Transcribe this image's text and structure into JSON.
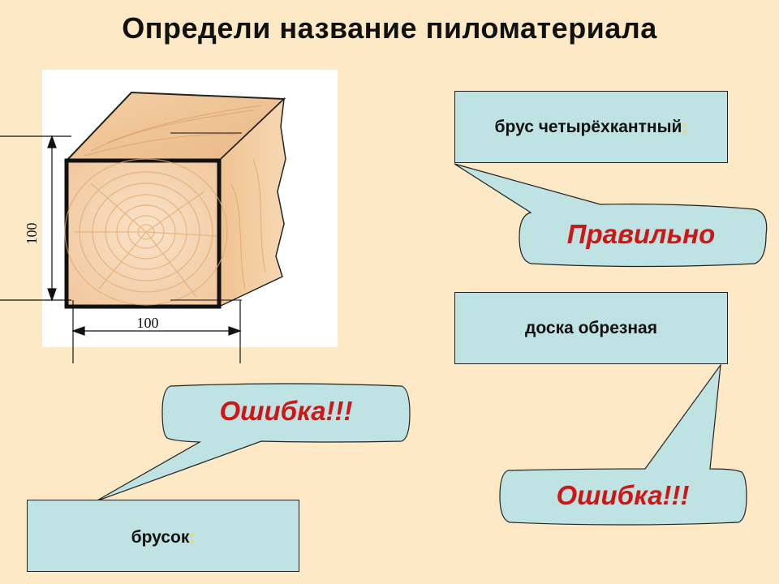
{
  "title": "Определи название пиломатериала",
  "figure": {
    "dim_vertical": "100",
    "dim_horizontal": "100"
  },
  "answers": [
    {
      "label": "брус четырёхкантный",
      "suffix": ";"
    },
    {
      "label": "доска обрезная",
      "suffix": ""
    },
    {
      "label": "брусок",
      "suffix": ";"
    }
  ],
  "feedback": {
    "correct": "Правильно",
    "error_top": "Ошибка!!!",
    "error_bottom": "Ошибка!!!"
  },
  "colors": {
    "background": "#fde9c6",
    "box_fill": "#bfe2e3",
    "feedback_text": "#d01515"
  }
}
